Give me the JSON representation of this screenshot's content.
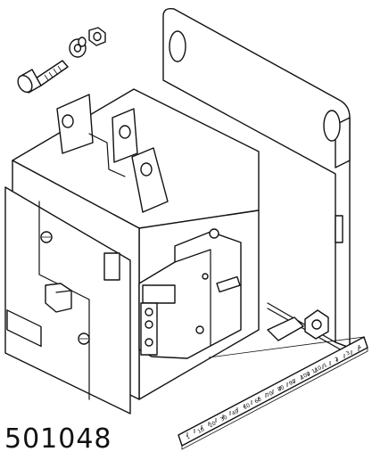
{
  "part_number": "501048",
  "ruler": {
    "labels": [
      "1",
      "10",
      "20",
      "30",
      "40",
      "50",
      "60",
      "70",
      "80",
      "90",
      "100",
      "110",
      "1",
      "2",
      "3",
      "4"
    ]
  }
}
